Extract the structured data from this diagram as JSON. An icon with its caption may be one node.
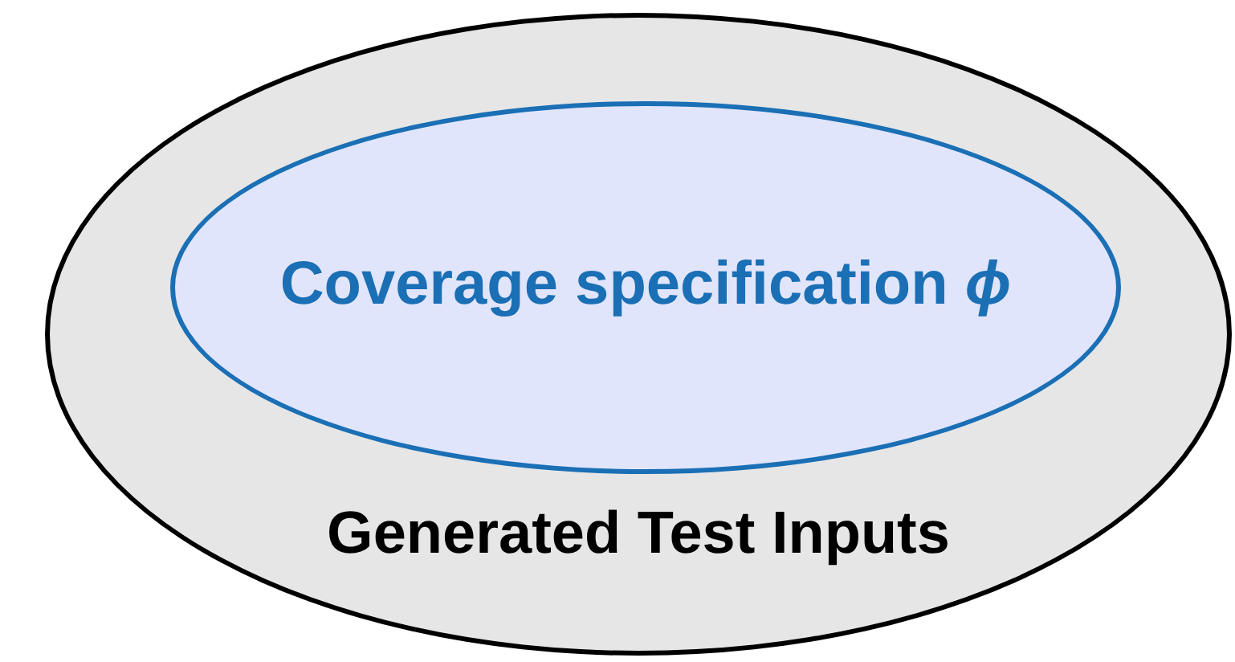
{
  "diagram": {
    "nodes": [
      {
        "text": [
          "Generated Test Inputs"
        ]
      },
      {
        "text": [
          "Coverage specification *ϕ*"
        ],
        "in": 0
      }
    ]
  }
}
